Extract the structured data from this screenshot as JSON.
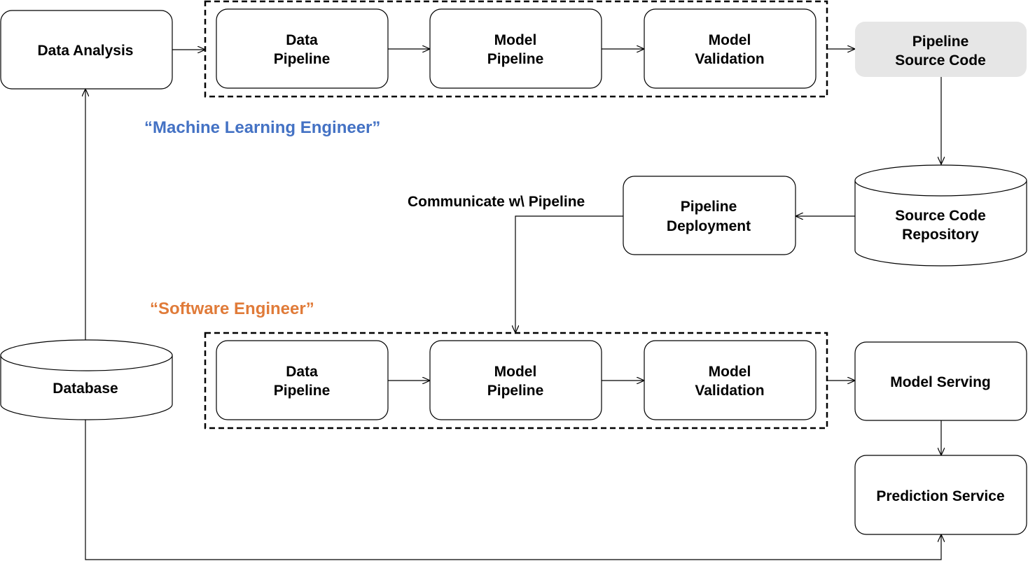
{
  "nodes": {
    "data_analysis": "Data Analysis",
    "ml_data_pipeline": [
      "Data",
      "Pipeline"
    ],
    "ml_model_pipeline": [
      "Model",
      "Pipeline"
    ],
    "ml_model_validation": [
      "Model",
      "Validation"
    ],
    "pipeline_source_code": [
      "Pipeline",
      "Source Code"
    ],
    "source_code_repository": [
      "Source Code",
      "Repository"
    ],
    "pipeline_deployment": [
      "Pipeline",
      "Deployment"
    ],
    "se_data_pipeline": [
      "Data",
      "Pipeline"
    ],
    "se_model_pipeline": [
      "Model",
      "Pipeline"
    ],
    "se_model_validation": [
      "Model",
      "Validation"
    ],
    "model_serving": "Model Serving",
    "prediction_service": "Prediction Service",
    "database": "Database"
  },
  "roles": {
    "ml_engineer": "“Machine Learning Engineer”",
    "software_engineer": "“Software Engineer”"
  },
  "edge_labels": {
    "communicate": "Communicate w\\ Pipeline"
  },
  "colors": {
    "ml_engineer": "#4472c4",
    "software_engineer": "#e07b39",
    "highlight_fill": "#e6e6e6"
  }
}
